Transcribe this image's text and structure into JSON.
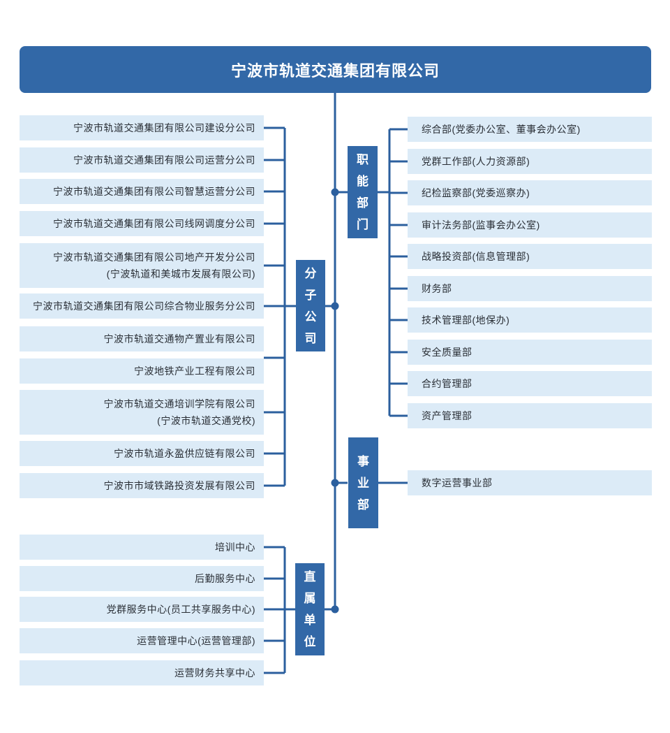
{
  "header": {
    "title": "宁波市轨道交通集团有限公司"
  },
  "colors": {
    "accent": "#3268a7",
    "line": "#2b5f9e",
    "leaf_box_bg": "#dcebf7",
    "leaf_box_text": "#2a2f36",
    "header_text": "#ffffff"
  },
  "groups": {
    "departments": {
      "label": "职能部门",
      "items": [
        [
          "综合部(党委办公室、董事会办公室)"
        ],
        [
          "党群工作部(人力资源部)"
        ],
        [
          "纪检监察部(党委巡察办)"
        ],
        [
          "审计法务部(监事会办公室)"
        ],
        [
          "战略投资部(信息管理部)"
        ],
        [
          "财务部"
        ],
        [
          "技术管理部(地保办)"
        ],
        [
          "安全质量部"
        ],
        [
          "合约管理部"
        ],
        [
          "资产管理部"
        ]
      ]
    },
    "subsidiaries": {
      "label": "分子公司",
      "items": [
        [
          "宁波市轨道交通集团有限公司建设分公司"
        ],
        [
          "宁波市轨道交通集团有限公司运营分公司"
        ],
        [
          "宁波市轨道交通集团有限公司智慧运营分公司"
        ],
        [
          "宁波市轨道交通集团有限公司线网调度分公司"
        ],
        [
          "宁波市轨道交通集团有限公司地产开发分公司",
          "(宁波轨道和美城市发展有限公司)"
        ],
        [
          "宁波市轨道交通集团有限公司综合物业服务分公司"
        ],
        [
          "宁波市轨道交通物产置业有限公司"
        ],
        [
          "宁波地铁产业工程有限公司"
        ],
        [
          "宁波市轨道交通培训学院有限公司",
          "(宁波市轨道交通党校)"
        ],
        [
          "宁波市轨道永盈供应链有限公司"
        ],
        [
          "宁波市市域铁路投资发展有限公司"
        ]
      ]
    },
    "divisions": {
      "label": "事业部",
      "items": [
        [
          "数字运营事业部"
        ]
      ]
    },
    "direct_units": {
      "label": "直属单位",
      "items": [
        [
          "培训中心"
        ],
        [
          "后勤服务中心"
        ],
        [
          "党群服务中心(员工共享服务中心)"
        ],
        [
          "运营管理中心(运营管理部)"
        ],
        [
          "运营财务共享中心"
        ]
      ]
    }
  }
}
